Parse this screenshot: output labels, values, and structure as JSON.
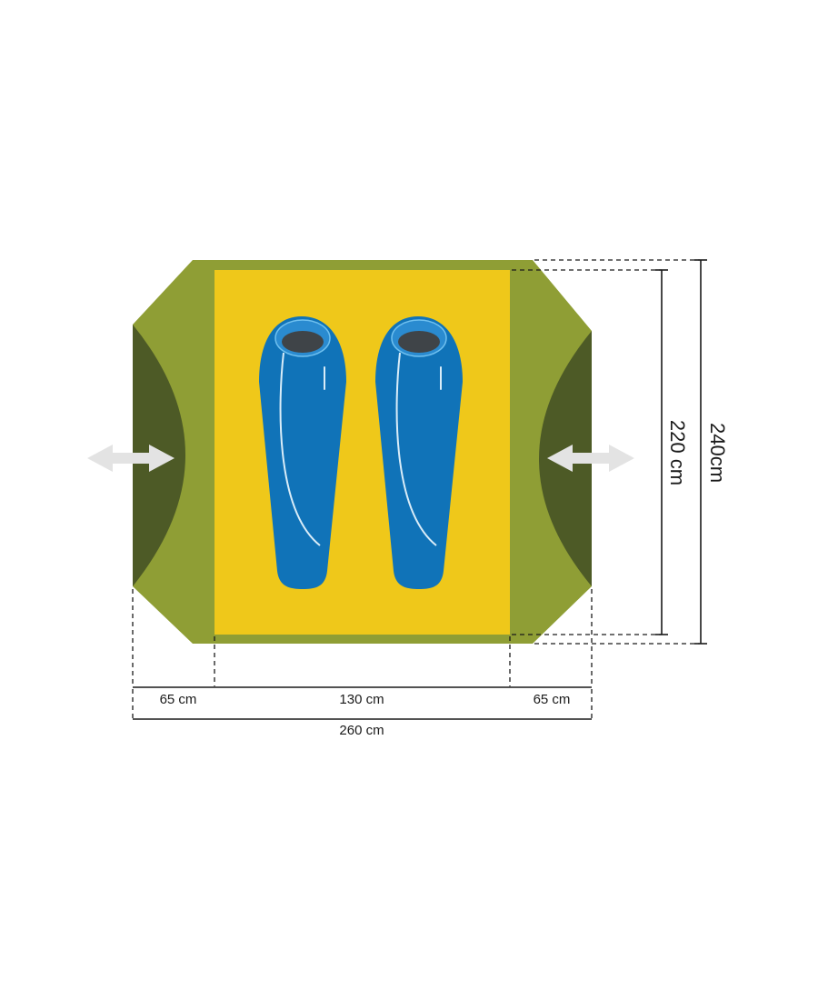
{
  "dimensions": {
    "left_vestibule": "65 cm",
    "inner_width": "130 cm",
    "right_vestibule": "65 cm",
    "total_width": "260 cm",
    "inner_length": "220 cm",
    "total_length": "240cm"
  },
  "colors": {
    "fly_light": "#8f9e35",
    "fly_dark": "#4d5a26",
    "floor": "#efc81a",
    "bag": "#1073b8",
    "bag_hood": "#2a8bd0",
    "bag_face": "#3f4448",
    "bag_line": "#d9ecf8",
    "arrow": "#e3e3e3",
    "dim_line": "#1a1a1a"
  },
  "icons": [
    "sleeping-bag-icon",
    "entrance-arrow-icon"
  ]
}
